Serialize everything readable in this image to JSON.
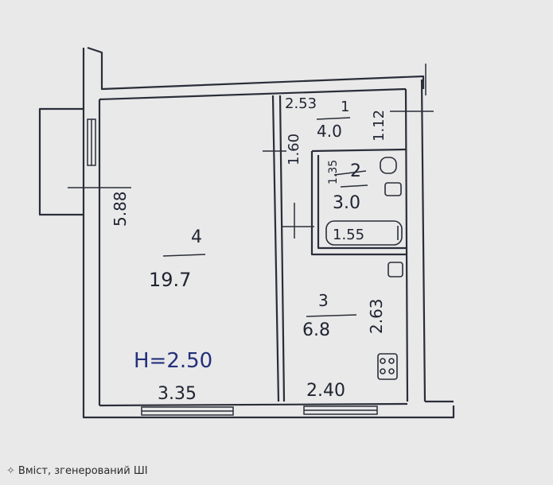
{
  "rooms": [
    {
      "number": "4",
      "area": "19.7"
    },
    {
      "number": "2",
      "area": "3.0"
    },
    {
      "number": "1",
      "area": "4.0"
    },
    {
      "number": "3",
      "area": "6.8"
    }
  ],
  "dimensions": {
    "left_room_width": "3.35",
    "left_room_length": "5.88",
    "right_room_width": "2.40",
    "right_room_length": "2.63",
    "hall_width": "2.53",
    "hall_depth": "1.12",
    "corridor_length": "1.60",
    "bath_length": "1.55",
    "bath_width": "1.35"
  },
  "ceiling_height": "H=2.50",
  "watermark": {
    "text": "Вміст, згенерований ШІ",
    "icon": "sparkle-icon"
  }
}
